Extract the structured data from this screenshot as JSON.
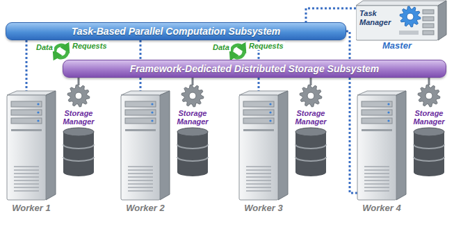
{
  "diagram": {
    "nodes": [
      {
        "text": [
          "Task-Based Parallel Computation Subsystem"
        ]
      },
      {
        "text": [
          "Framework-Dedicated Distributed Storage Subsystem"
        ]
      },
      {
        "text": [
          "Task Manager",
          "Master"
        ]
      },
      {
        "text": [
          "Worker 1"
        ]
      },
      {
        "text": [
          "Storage Manager"
        ]
      },
      {
        "text": [
          "Worker 2"
        ]
      },
      {
        "text": [
          "Storage Manager"
        ]
      },
      {
        "text": [
          "Worker 3"
        ]
      },
      {
        "text": [
          "Storage Manager"
        ]
      },
      {
        "text": [
          "Worker 4"
        ]
      },
      {
        "text": [
          "Storage Manager"
        ]
      }
    ],
    "edges": [
      {
        "from": 0,
        "to": 3,
        "arrow": "none"
      },
      {
        "from": 0,
        "to": 5,
        "arrow": "none"
      },
      {
        "from": 0,
        "to": 7,
        "arrow": "none"
      },
      {
        "from": 0,
        "to": 9,
        "arrow": "none"
      },
      {
        "from": 2,
        "to": 0,
        "arrow": "none"
      },
      {
        "from": 4,
        "to": 1,
        "arrow": "none"
      },
      {
        "from": 6,
        "to": 1,
        "arrow": "none"
      },
      {
        "from": 8,
        "to": 1,
        "arrow": "none"
      },
      {
        "from": 10,
        "to": 1,
        "arrow": "none"
      }
    ],
    "labels": [
      "Data",
      "Requests",
      "Data",
      "Requests"
    ]
  }
}
